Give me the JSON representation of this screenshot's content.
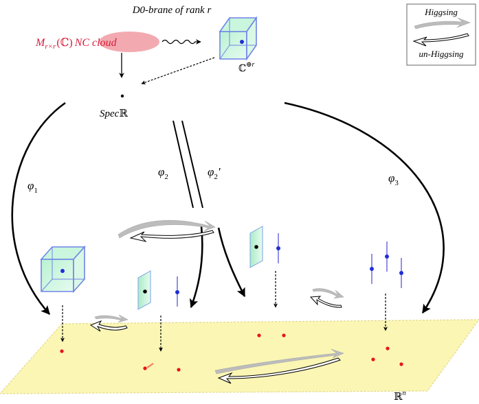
{
  "title": "D0-brane of rank r",
  "nc_cloud": {
    "matrix": "M",
    "subscript": "r×r",
    "field": "(ℂ)",
    "label": "NC cloud"
  },
  "cr_label": {
    "base": "ℂ",
    "sup": "⊕r"
  },
  "spec_label": {
    "prefix": "Spec",
    "field": "ℝ"
  },
  "rn_label": {
    "base": "ℝ",
    "sup": "n"
  },
  "maps": {
    "phi1": {
      "symbol": "φ",
      "sub": "1",
      "prime": ""
    },
    "phi2": {
      "symbol": "φ",
      "sub": "2",
      "prime": ""
    },
    "phi2p": {
      "symbol": "φ",
      "sub": "2",
      "prime": "′"
    },
    "phi3": {
      "symbol": "φ",
      "sub": "3",
      "prime": ""
    }
  },
  "legend": {
    "higgsing": "Higgsing",
    "unhiggsing": "un-Higgsing"
  },
  "colors": {
    "cloud_fill": "#f2aab0",
    "cloud_text": "#d81b3a",
    "plane_fill": "#fbf6b4",
    "plane_edge": "#e2d98a",
    "cube_fill": "#c8f5dc",
    "cube_edge": "#6f84e8",
    "red_dot": "#e8141e",
    "blue_dot": "#1f2fd6",
    "higgs_gray": "#bcbcbc"
  }
}
